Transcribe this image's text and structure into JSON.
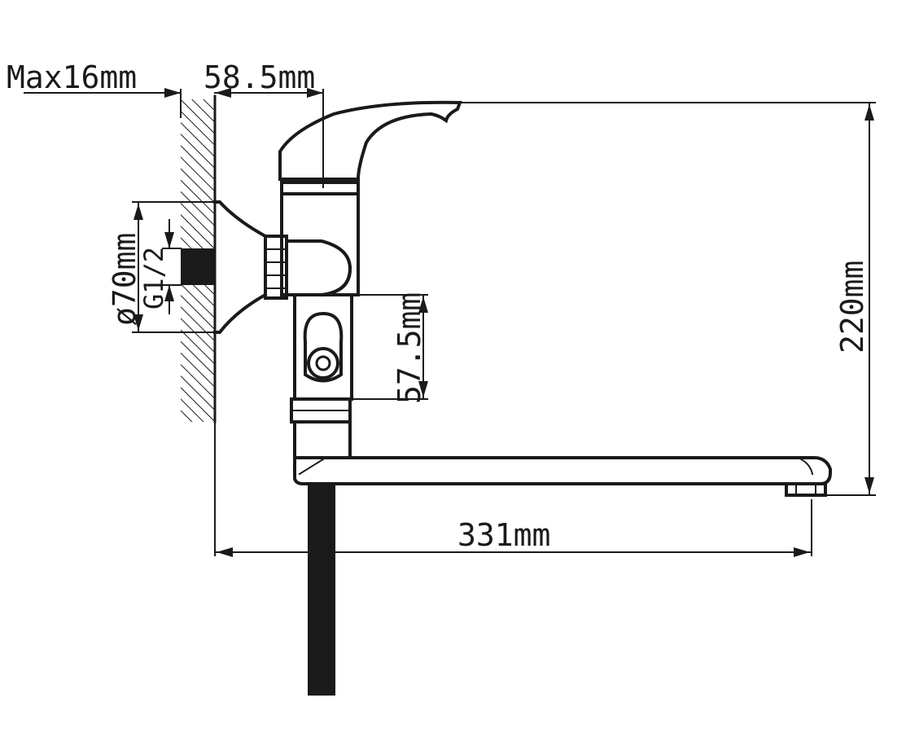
{
  "dimensions": {
    "max_thickness": "Max16mm",
    "handle_offset": "58.5mm",
    "flange_diameter": "ø70mm",
    "thread": "G1/2",
    "spacing": "57.5mm",
    "height": "220mm",
    "spout_reach": "331mm"
  }
}
